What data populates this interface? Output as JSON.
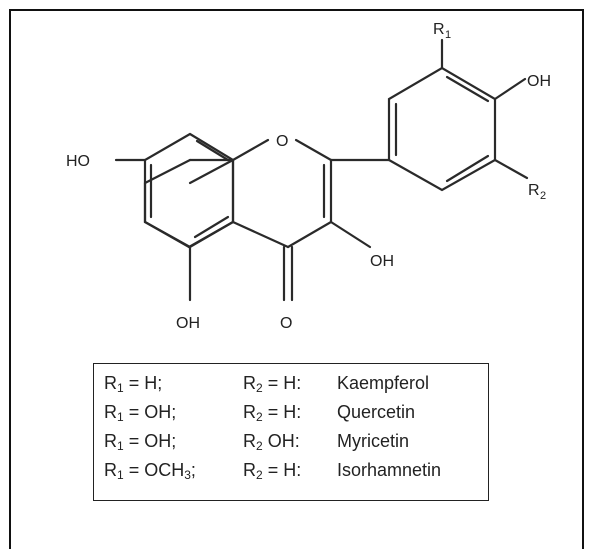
{
  "atoms": {
    "r1": "R",
    "r1_sub": "1",
    "r2": "R",
    "r2_sub": "2",
    "oh_top": "OH",
    "ho_left": "HO",
    "ring_o": "O",
    "oh_c3": "OH",
    "oh_c5": "OH",
    "carbonyl_o": "O"
  },
  "legend": {
    "rows": [
      {
        "r1_label": "R",
        "r1_sub": "1",
        "r1_value": " = H;",
        "r2_label": "R",
        "r2_sub": "2",
        "r2_value": " = H:",
        "compound": "Kaempferol"
      },
      {
        "r1_label": "R",
        "r1_sub": "1",
        "r1_value": " = OH;",
        "r2_label": "R",
        "r2_sub": "2",
        "r2_value": " = H:",
        "compound": "Quercetin"
      },
      {
        "r1_label": "R",
        "r1_sub": "1",
        "r1_value": " = OH;",
        "r2_label": "R",
        "r2_sub": "2",
        "r2_value": " OH:",
        "compound": "Myricetin"
      },
      {
        "r1_label": "R",
        "r1_sub": "1",
        "r1_value": " = OCH",
        "r1_value_sub": "3",
        "r1_value_tail": ";",
        "r2_label": "R",
        "r2_sub": "2",
        "r2_value": " = H:",
        "compound": "Isorhamnetin"
      }
    ]
  }
}
